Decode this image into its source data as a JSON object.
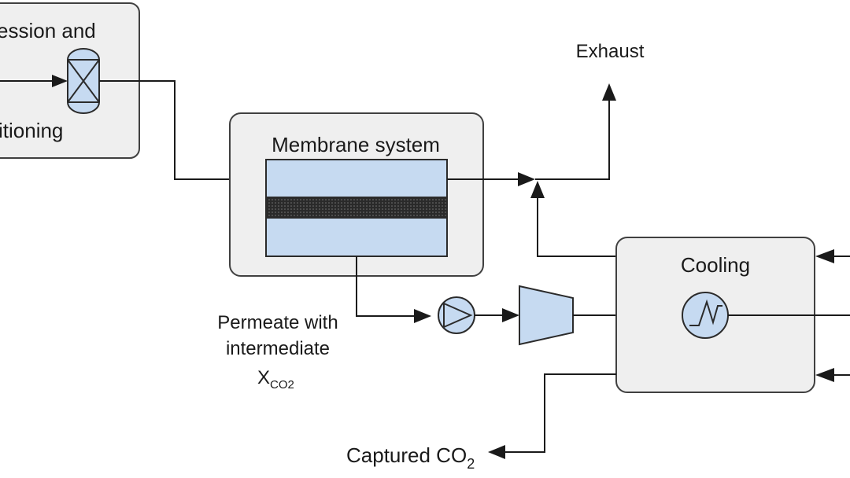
{
  "labels": {
    "compression_top": "ession and",
    "compression_bottom": "itioning",
    "membrane": "Membrane system",
    "exhaust": "Exhaust",
    "cooling": "Cooling",
    "permeate_line1": "Permeate with",
    "permeate_line2": "intermediate",
    "permeate_line3_main": "X",
    "permeate_line3_sub": "CO2",
    "captured_main": "Captured CO",
    "captured_sub": "2"
  },
  "colors": {
    "box_fill": "#efefef",
    "unit_fill": "#c6daf1",
    "membrane_layer": "#2a2a2a",
    "line": "#1a1a1a"
  }
}
